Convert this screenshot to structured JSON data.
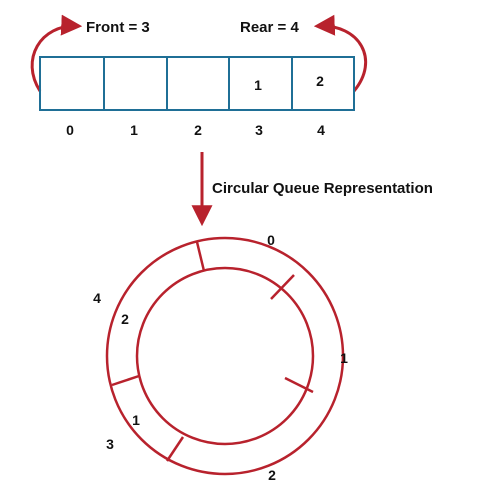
{
  "colors": {
    "accent": "#b8222d",
    "box": "#1f6f96",
    "text": "#111111"
  },
  "pointers": {
    "front_label": "Front = 3",
    "rear_label": "Rear = 4"
  },
  "linear_queue": {
    "cells": [
      "",
      "",
      "",
      "1",
      "2"
    ],
    "indices": [
      "0",
      "1",
      "2",
      "3",
      "4"
    ]
  },
  "caption": "Circular Queue Representation",
  "circular_queue": {
    "outer_indices": [
      "0",
      "1",
      "2",
      "3",
      "4"
    ],
    "inner_values": [
      "1",
      "2"
    ]
  }
}
